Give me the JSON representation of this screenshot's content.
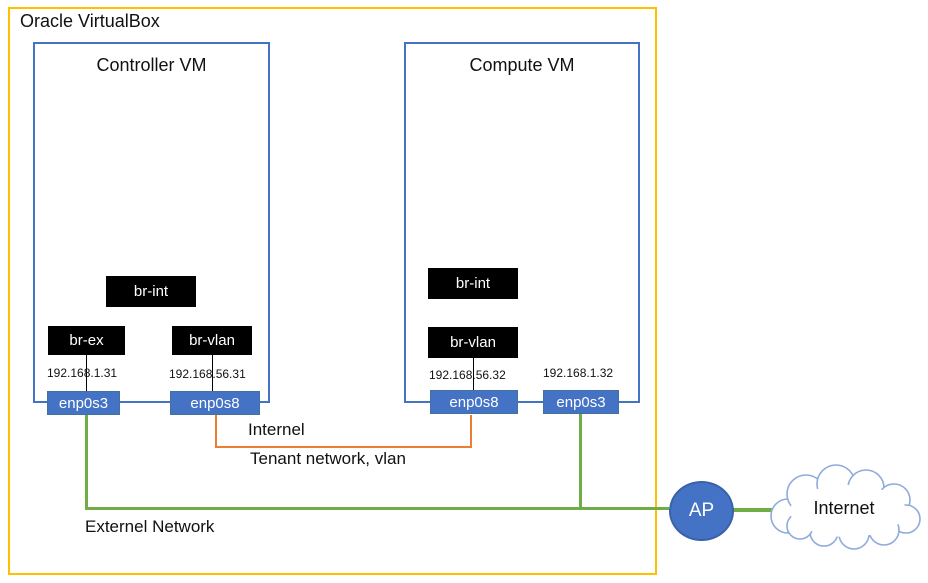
{
  "diagram": {
    "host_label": "Oracle VirtualBox",
    "controller": {
      "title": "Controller VM",
      "br_int": "br-int",
      "br_ex": "br-ex",
      "br_vlan": "br-vlan",
      "ip_external": "192.168.1.31",
      "ip_mgmt": "192.168.56.31",
      "nic_external": "enp0s3",
      "nic_mgmt": "enp0s8"
    },
    "compute": {
      "title": "Compute VM",
      "br_int": "br-int",
      "br_vlan": "br-vlan",
      "ip_mgmt": "192.168.56.32",
      "ip_external": "192.168.1.32",
      "nic_mgmt": "enp0s8",
      "nic_external": "enp0s3"
    },
    "networks": {
      "internal_label": "Internel",
      "tenant_label": "Tenant network, vlan",
      "external_label": "Externel Network"
    },
    "ap_label": "AP",
    "internet_label": "Internet",
    "colors": {
      "host_border": "#FFC000",
      "vm_border": "#4472C4",
      "bridge_bg": "#000000",
      "nic_bg": "#4472C4",
      "tenant_line": "#ED7D31",
      "external_line": "#70AD47",
      "ap_fill": "#4472C4",
      "cloud_stroke": "#8FAADC"
    }
  }
}
